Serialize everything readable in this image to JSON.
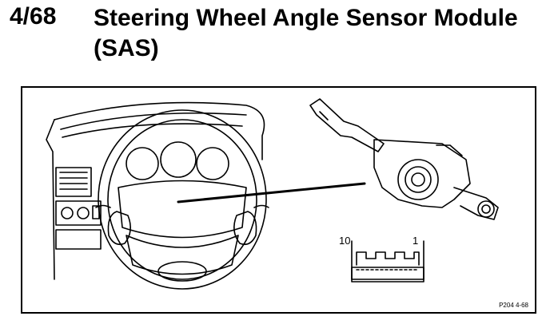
{
  "header": {
    "section_number": "4/68",
    "title_line1": "Steering Wheel Angle Sensor Module",
    "title_line2": "(SAS)"
  },
  "figure": {
    "pin_left_label": "10",
    "pin_right_label": "1",
    "code": "P204  4-68",
    "illustration_subjects": [
      "dashboard-steering-wheel",
      "steering-column-switch-module",
      "connector-pinout"
    ]
  }
}
